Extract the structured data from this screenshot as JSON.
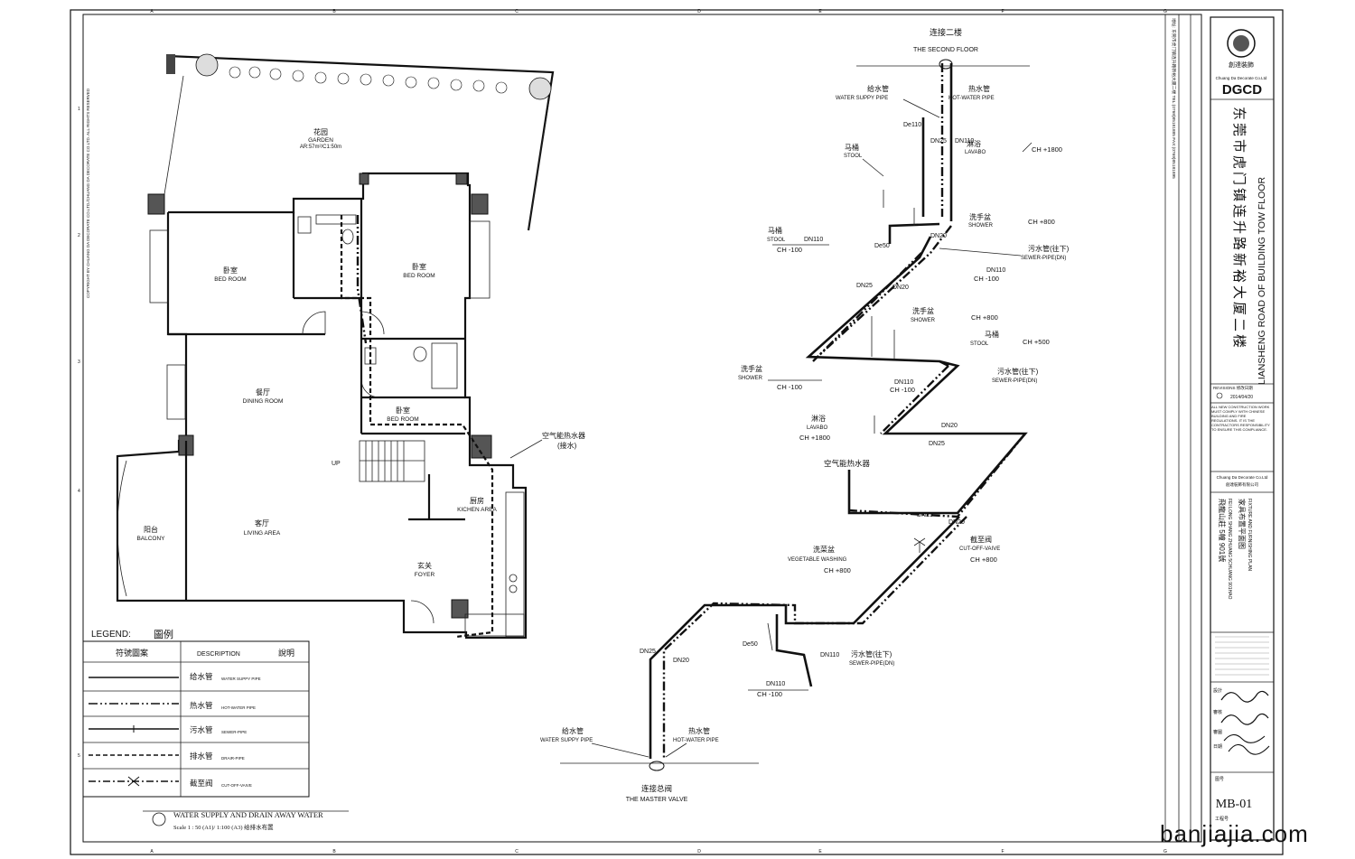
{
  "ruler": {
    "columns": [
      "A",
      "B",
      "C",
      "D",
      "E",
      "F",
      "G"
    ],
    "rows": [
      "1",
      "2",
      "3",
      "4",
      "5"
    ]
  },
  "copyright_left": "COPYRIGHT BY CHUANG DA DECORATE CO.LTD./CHUANG DA DECORATE CO.LTD. ALL RIGHTS RESERVED",
  "plan": {
    "garden": {
      "zh": "花园",
      "en": "GARDEN",
      "area": "AR:57m²/C1:50m"
    },
    "bed_left": {
      "zh": "卧室",
      "en": "BED ROOM"
    },
    "bed_right": {
      "zh": "卧室",
      "en": "BED ROOM"
    },
    "bed_small": {
      "zh": "卧室",
      "en": "BED ROOM"
    },
    "dining": {
      "zh": "餐厅",
      "en": "DINING ROOM"
    },
    "living": {
      "zh": "客厅",
      "en": "LIVING AREA"
    },
    "balcony": {
      "zh": "阳台",
      "en": "BALCONY"
    },
    "kitchen": {
      "zh": "厨房",
      "en": "KICHEN AREA"
    },
    "foyer": {
      "zh": "玄关",
      "en": "FOYER"
    },
    "up": "UP",
    "heater": {
      "zh1": "空气能热水器",
      "zh2": "(接水)"
    }
  },
  "legend": {
    "title_en": "LEGEND:",
    "title_zh": "圖例",
    "col_symbol": "符號圖案",
    "col_desc": "DESCRIPTION",
    "col_desc_zh": "說明",
    "rows": [
      {
        "zh": "给水管",
        "en": "WATER SUPPY PIPE"
      },
      {
        "zh": "热水管",
        "en": "HOT-WATER PIPE"
      },
      {
        "zh": "污水管",
        "en": "SEWER-PIPE"
      },
      {
        "zh": "排水管",
        "en": "DRAIR-PIPE"
      },
      {
        "zh": "截至阀",
        "en": "CUT-OFF-VAIVE"
      }
    ]
  },
  "drawing_title": {
    "en": "WATER SUPPLY AND DRAIN AWAY WATER",
    "scale": "Scale 1 : 50 (A1)/ 1:100 (A3) 给排水布置"
  },
  "iso": {
    "top_zh": "连接二楼",
    "top_en": "THE SECOND FLOOR",
    "water_supply": {
      "zh": "给水管",
      "en": "WATER SUPPY PIPE"
    },
    "hot_water": {
      "zh": "热水管",
      "en": "HOT-WATER PIPE"
    },
    "de110": "De110",
    "dn25": "DN25",
    "dn20": "DN20",
    "dn110": "DN110",
    "de50": "De50",
    "stool": {
      "zh": "马桶",
      "en": "STOOL"
    },
    "lavabo": {
      "zh": "淋浴",
      "en": "LAVABO"
    },
    "shower": {
      "zh": "洗手盆",
      "en": "SHOWER"
    },
    "sewer": {
      "zh": "污水管(往下)",
      "en": "SEWER-PIPE(DN)"
    },
    "ch1800": "CH +1800",
    "ch800": "CH +800",
    "ch100": "CH -100",
    "ch500": "CH +500",
    "heater": "空气能热水器",
    "veg": {
      "zh": "洗菜盆",
      "en": "VEGETABLE WASHING"
    },
    "cutoff": {
      "zh": "截至阀",
      "en": "CUT-OFF-VAIVE"
    },
    "master_zh": "连接总阀",
    "master_en": "THE MASTER VALVE"
  },
  "titleblock": {
    "brand_zh": "創達裝飾",
    "company_en": "Chuang Da Decorate Co.Ltd",
    "logo": "DGCD",
    "address_vertical": "东莞市虎门镇连升路新裕大厦二楼",
    "address_en": "LIANSHENG ROAD OF BUILDING TOW FLOOR",
    "contact": "地址: 东莞市虎门镇连升路新裕大厦二楼 TEL:(0769)85181885 FAX:(0769)85181895",
    "revisions": "REVISIONS 修改日期",
    "date": "2014/04/20",
    "notice": "ALL NEW CONSTRUCTION WORK MUST COMPLY WITH CHINESE BUILDING AND FIRE REGULATIONS. IT IS THE CONTRACTORS RESPONSIBILITY TO ENSURE THIS COMPLIANCE.",
    "company_zh": "創達裝飾有限公司",
    "project_zh": "飛龍山莊 5幢 901號",
    "project_en": "FEI LONG SHANG ZHUANG 5CHUANG 901HAO",
    "plan_zh": "家具布置平面图",
    "plan_en": "FIXTURE AND FURNISHING PLAN",
    "sign_labels": [
      "設計",
      "審核",
      "審圖",
      "日期"
    ],
    "sheet_label": "图号",
    "sheet_no": "MB-01",
    "job_label": "工程号"
  },
  "watermark": "banjiajia.com"
}
